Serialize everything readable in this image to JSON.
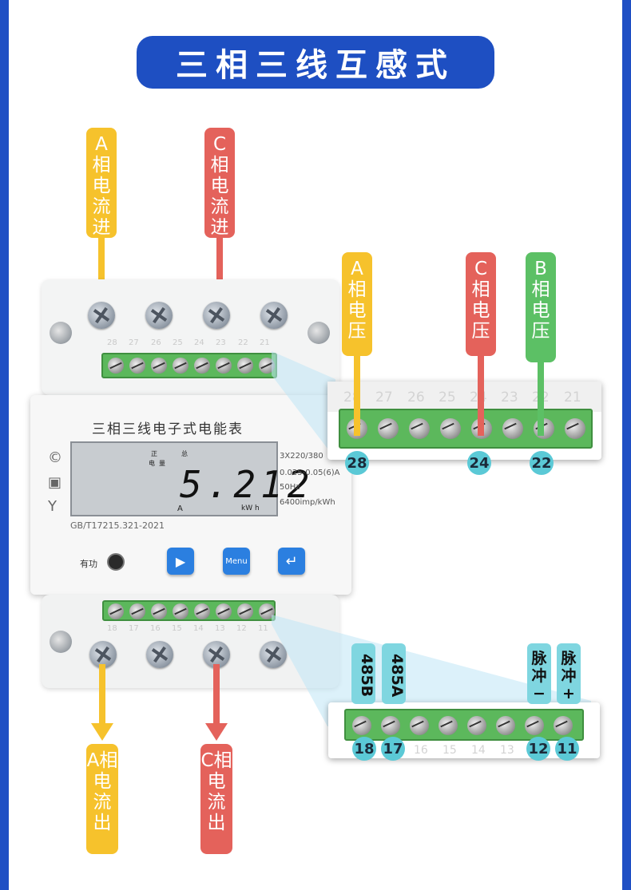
{
  "title": "三相三线互感式",
  "top_labels": {
    "a_in": "A相电流进",
    "c_in": "C相电流进"
  },
  "bottom_labels": {
    "a_out": "A相电流出",
    "c_out": "C相电流出"
  },
  "voltage_labels": {
    "a": "A相电压",
    "c": "C相电压",
    "b": "B相电压"
  },
  "meter": {
    "name": "三相三线电子式电能表",
    "lcd_zheng": "正",
    "lcd_zong": "总",
    "lcd_dian": "电",
    "lcd_liang": "量",
    "lcd_value": "5.212",
    "lcd_unit_a": "A",
    "lcd_unit_kwh": "kW  h",
    "spec_voltage": "3X220/380",
    "spec_current": "0.025-0.05(6)A",
    "spec_freq": "50Hz",
    "spec_imp": "6400imp/kWh",
    "standard": "GB/T17215.321-2021",
    "active_label": "有功",
    "menu_label": "Menu",
    "top_terminal_numbers": [
      "28",
      "27",
      "26",
      "25",
      "24",
      "23",
      "22",
      "21"
    ],
    "bottom_terminal_numbers": [
      "18",
      "17",
      "16",
      "15",
      "14",
      "13",
      "12",
      "11"
    ]
  },
  "zoom_top": {
    "terminal_numbers": [
      "28",
      "27",
      "26",
      "25",
      "24",
      "23",
      "22",
      "21"
    ],
    "badges": [
      "28",
      "24",
      "22"
    ]
  },
  "zoom_bottom": {
    "terminal_numbers": [
      "18",
      "17",
      "16",
      "15",
      "14",
      "13",
      "12",
      "11"
    ],
    "badges": [
      "18",
      "17",
      "12",
      "11"
    ],
    "tags": {
      "b485": "485B",
      "a485": "485A",
      "pulse_minus": "脉冲−",
      "pulse_plus": "脉冲+"
    }
  },
  "colors": {
    "frame": "#1f4fc4",
    "yellow": "#f6c22c",
    "red": "#e4625b",
    "green": "#5cc065",
    "badge": "#5bc9d6"
  }
}
